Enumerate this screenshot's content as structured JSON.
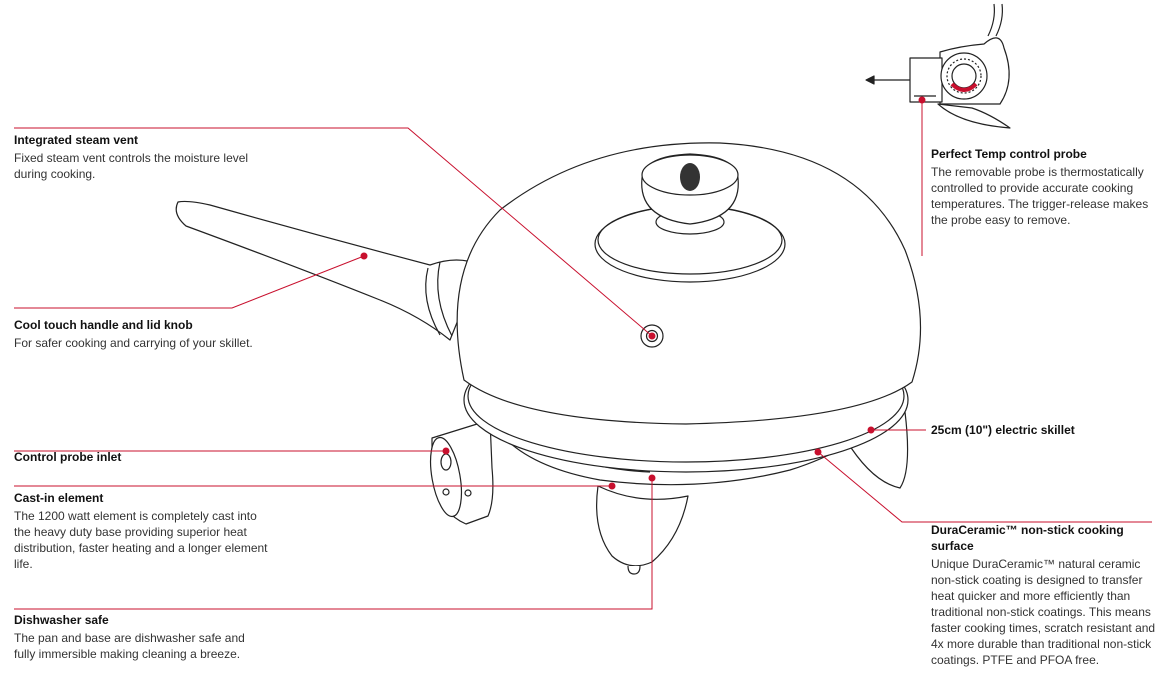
{
  "callouts": {
    "steam_vent": {
      "title": "Integrated steam vent",
      "desc": "Fixed steam vent controls the moisture level during cooking."
    },
    "handle": {
      "title": "Cool touch handle and lid knob",
      "desc": "For safer cooking and carrying of your skillet."
    },
    "probe_inlet": {
      "title": "Control probe inlet"
    },
    "element": {
      "title": "Cast-in element",
      "desc": "The 1200 watt element is completely cast into the heavy duty base providing superior heat distribution, faster heating and a longer element life."
    },
    "dishwasher": {
      "title": "Dishwasher safe",
      "desc": "The pan and base are dishwasher safe and fully immersible making cleaning a breeze."
    },
    "probe": {
      "title": "Perfect Temp control probe",
      "desc": "The removable probe is thermostatically controlled to provide accurate cooking temperatures. The trigger-release makes the probe easy to remove."
    },
    "skillet": {
      "title": "25cm (10\") electric skillet"
    },
    "surface": {
      "title": "DuraCeramic™ non-stick cooking surface",
      "desc": "Unique DuraCeramic™ natural ceramic non-stick coating is designed to transfer heat quicker and more efficiently than traditional non-stick coatings. This means faster cooking times, scratch resistant and 4x more durable than traditional non-stick coatings. PTFE and PFOA free."
    }
  },
  "colors": {
    "leader": "#c8102e",
    "outline": "#222222"
  }
}
